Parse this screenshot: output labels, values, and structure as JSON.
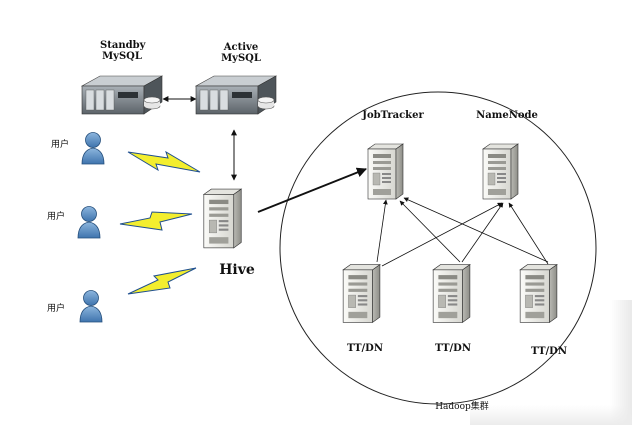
{
  "nodes": {
    "standby_mysql": {
      "line1": "Standby",
      "line2": "MySQL"
    },
    "active_mysql": {
      "line1": "Active",
      "line2": "MySQL"
    },
    "hive": {
      "label": "Hive"
    },
    "jobtracker": {
      "label": "JobTracker"
    },
    "namenode": {
      "label": "NameNode"
    },
    "ttdn": [
      {
        "label": "TT/DN"
      },
      {
        "label": "TT/DN"
      },
      {
        "label": "TT/DN"
      }
    ]
  },
  "users": [
    {
      "label": "用户"
    },
    {
      "label": "用户"
    },
    {
      "label": "用户"
    }
  ],
  "cluster": {
    "label": "Hadoop集群"
  },
  "colors": {
    "user_body": "#5b8fc4",
    "bolt_fill": "#f3ee2e",
    "bolt_edge": "#1f4f8f",
    "server_light": "#f2f2ef",
    "server_dark": "#bdbdb8",
    "rack_body": "#7a8288"
  }
}
